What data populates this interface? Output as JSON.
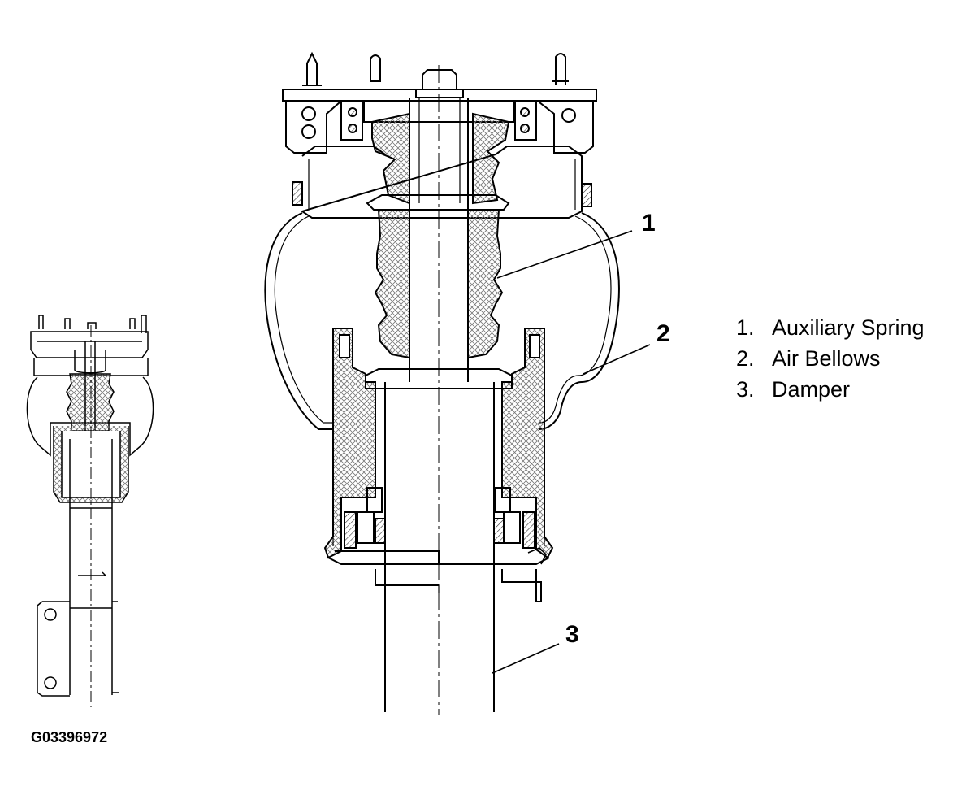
{
  "callouts": [
    {
      "number": "1",
      "part": "auxiliary-spring"
    },
    {
      "number": "2",
      "part": "air-bellows"
    },
    {
      "number": "3",
      "part": "damper"
    }
  ],
  "legend": [
    {
      "number": "1.",
      "label": "Auxiliary Spring"
    },
    {
      "number": "2.",
      "label": "Air Bellows"
    },
    {
      "number": "3.",
      "label": "Damper"
    }
  ],
  "figure_id": "G03396972",
  "colors": {
    "line": "#000000",
    "background": "#ffffff",
    "hatch": "#555555"
  }
}
